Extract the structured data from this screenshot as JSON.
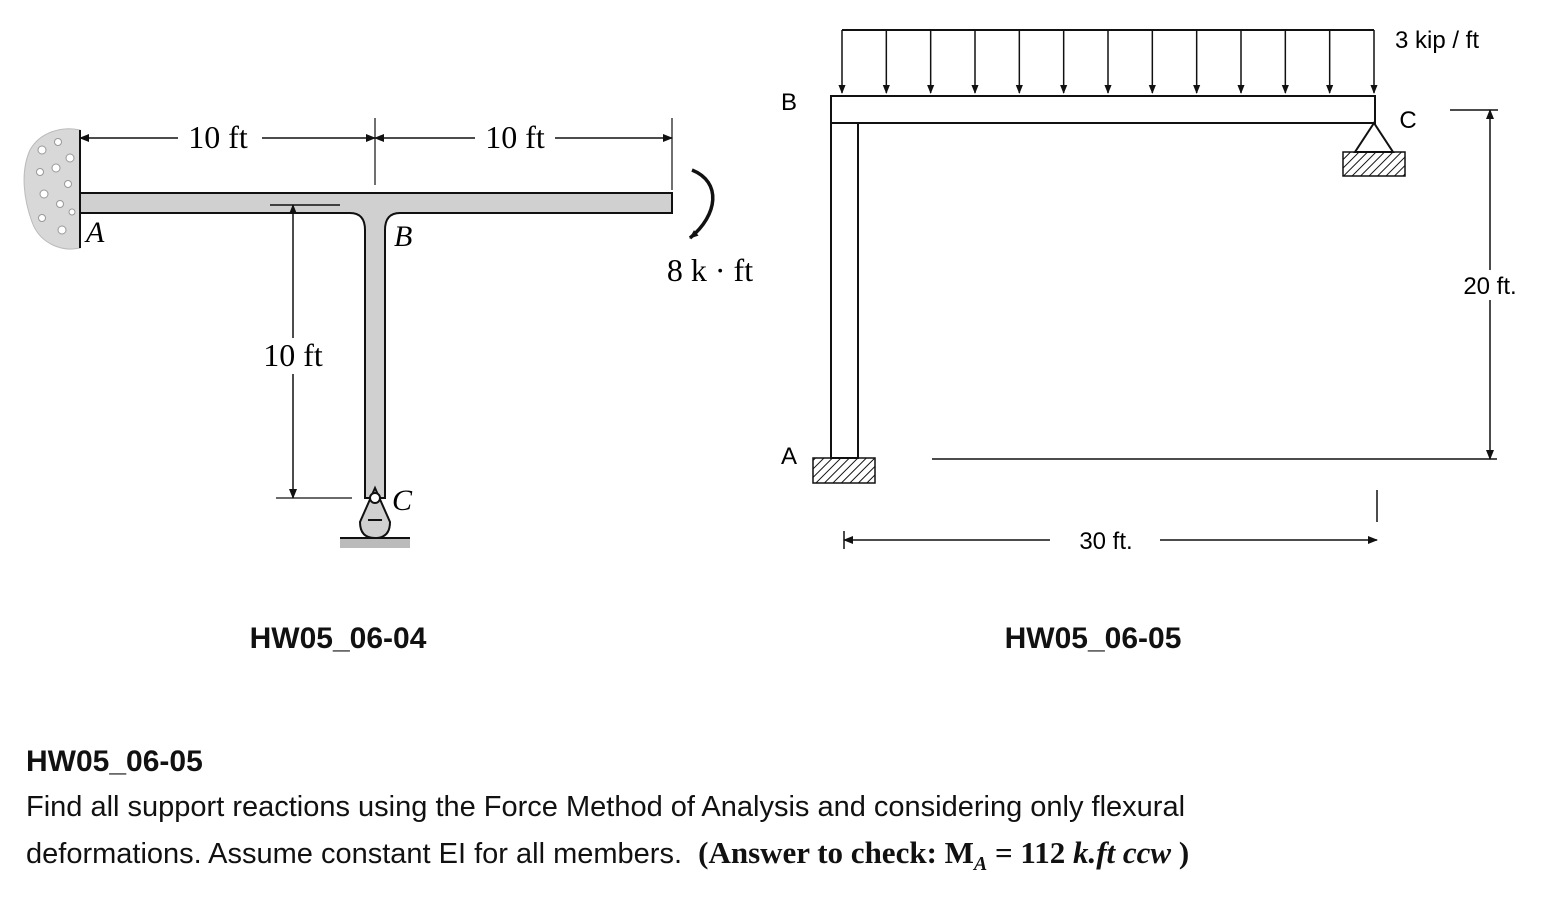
{
  "fig1": {
    "dim_left": "10 ft",
    "dim_right": "10 ft",
    "dim_vertical": "10 ft",
    "label_a": "A",
    "label_b": "B",
    "label_c": "C",
    "moment": "8 k · ft",
    "caption": "HW05_06-04"
  },
  "fig2": {
    "load": "3 kip / ft",
    "label_a": "A",
    "label_b": "B",
    "label_c": "C",
    "dim_height": "20 ft.",
    "dim_span": "30 ft.",
    "caption": "HW05_06-05"
  },
  "problem": {
    "title": "HW05_06-05",
    "line1": "Find all support reactions using the Force Method of Analysis and considering only flexural",
    "line2": "deformations. Assume constant EI for all members.",
    "answer_open": "(Answer to check: M",
    "answer_sub": "A",
    "answer_eq": " = 112 ",
    "answer_unit": "k.ft  ccw",
    "answer_close": " )"
  },
  "colors": {
    "member_fill": "#d0d0d0",
    "stroke": "#111111"
  }
}
